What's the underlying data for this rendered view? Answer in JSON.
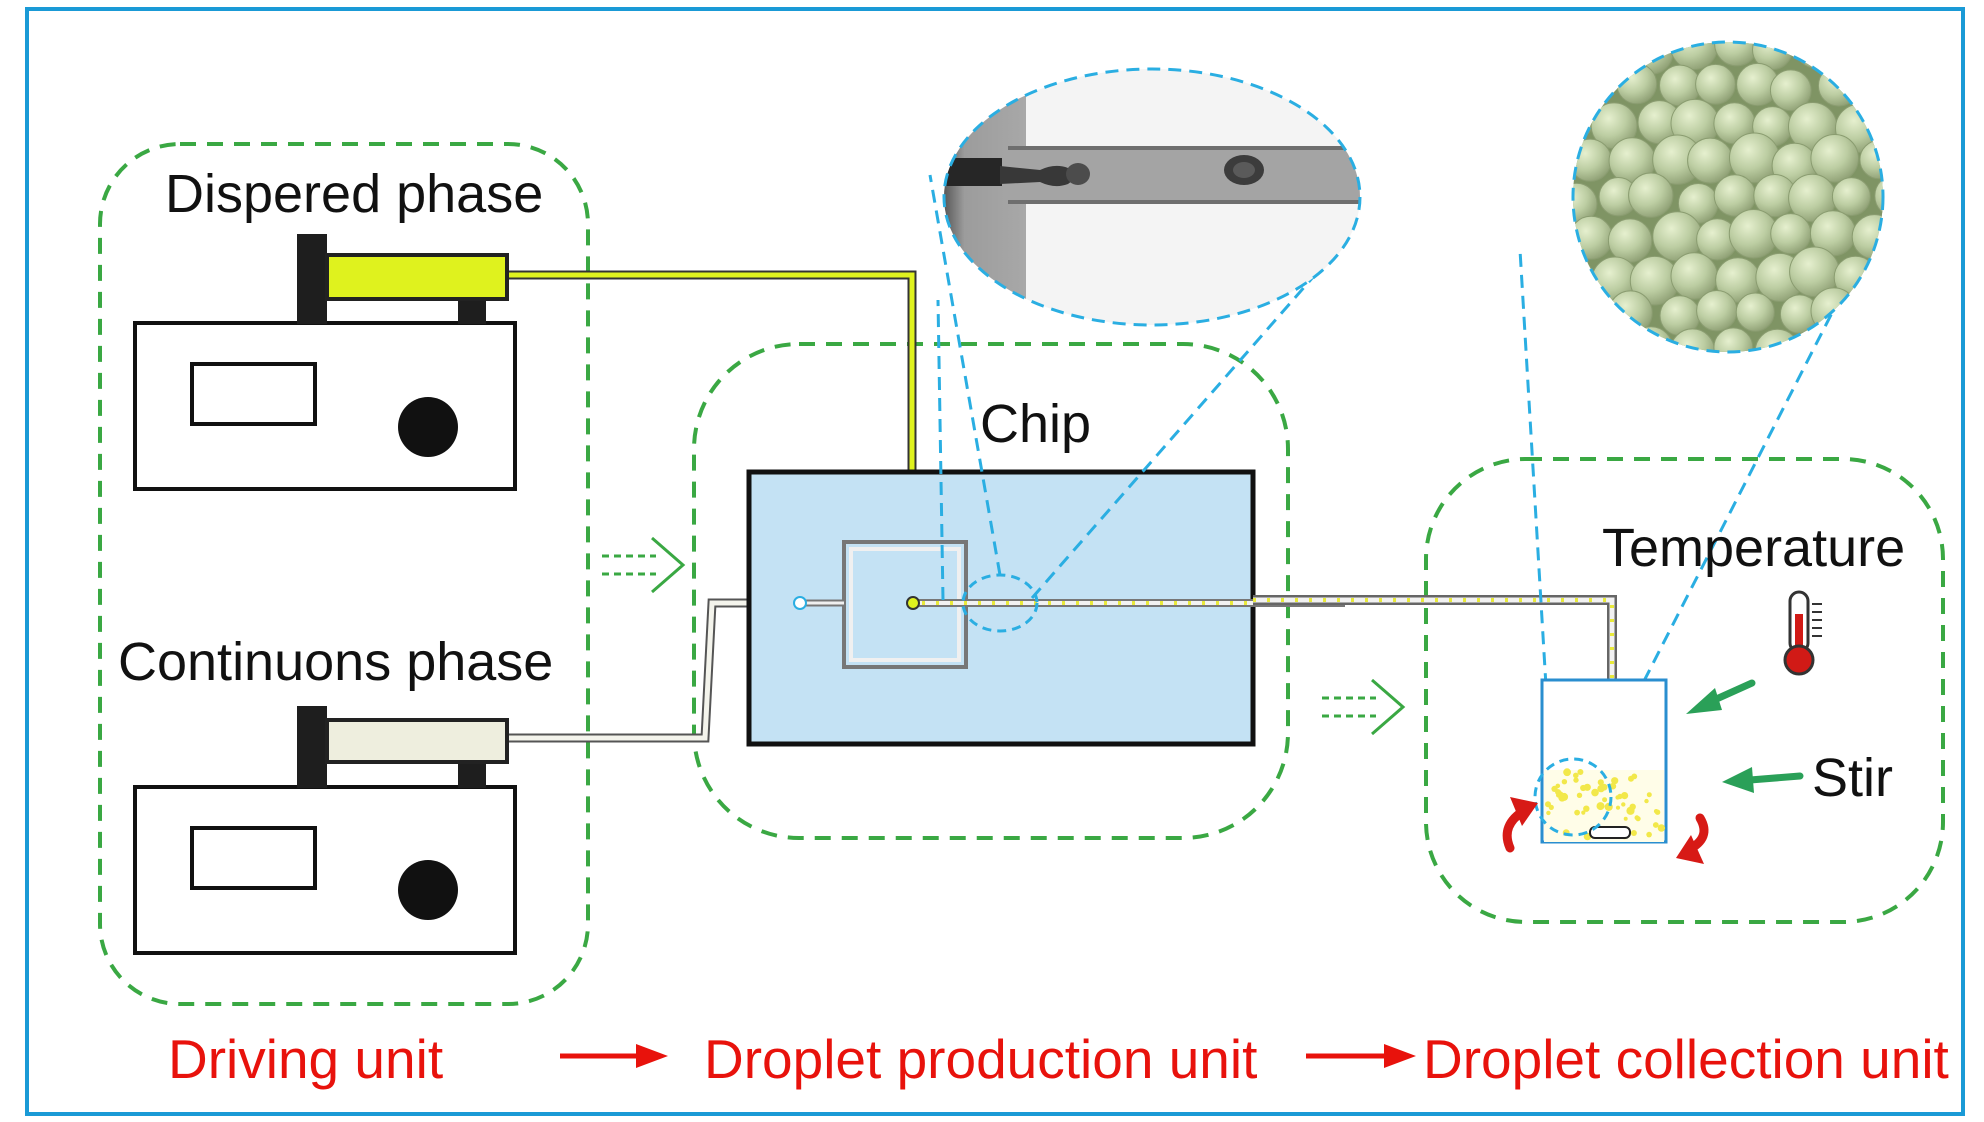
{
  "labels": {
    "dispersed_phase": "Dispered phase",
    "continuous_phase": "Continuons phase",
    "chip": "Chip",
    "temperature": "Temperature",
    "stir": "Stir"
  },
  "units": {
    "driving": "Driving unit",
    "production": "Droplet production unit",
    "collection": "Droplet collection unit"
  },
  "icons": {
    "thermometer": "thermometer-icon",
    "stir_arrow": "curved-arrow-icon",
    "flow_arrow": "dashed-double-arrow-icon"
  },
  "colors": {
    "frame": "#1a9ad6",
    "group_border": "#3aa843",
    "unit_text": "#e8120c",
    "dispersed_fluid": "#dff21e",
    "continuous_fluid": "#eeeede",
    "chip_fill": "#c4e2f4",
    "zoom_lines": "#2aaee2",
    "droplets": "#b5c79a",
    "pointer_arrows": "#2aa058",
    "rotation_arrows": "#d71a16"
  }
}
